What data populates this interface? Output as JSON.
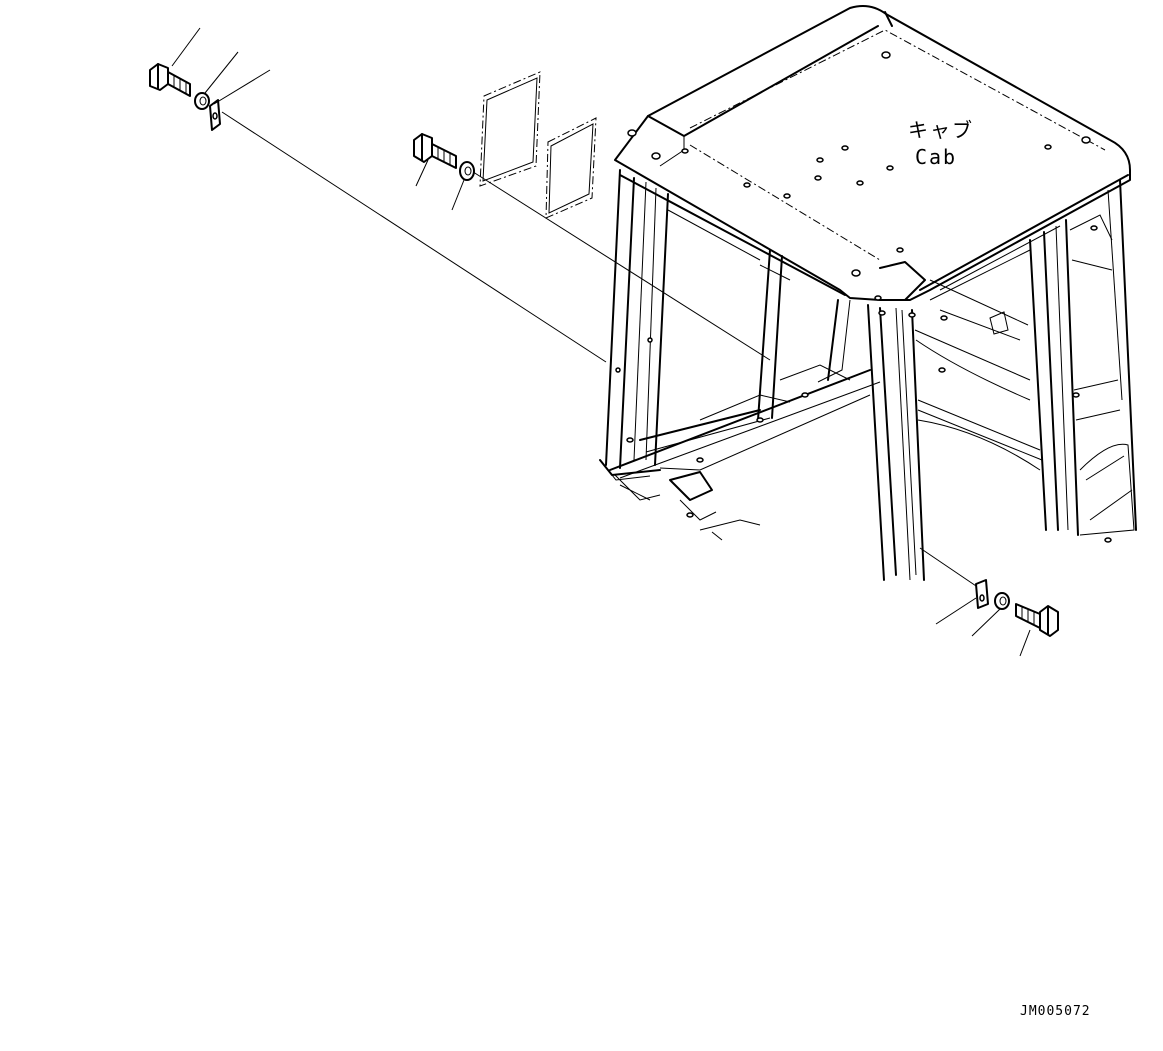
{
  "diagram": {
    "cab_label_jp": "キャブ",
    "cab_label_en": "Cab",
    "drawing_code": "JM005072"
  }
}
